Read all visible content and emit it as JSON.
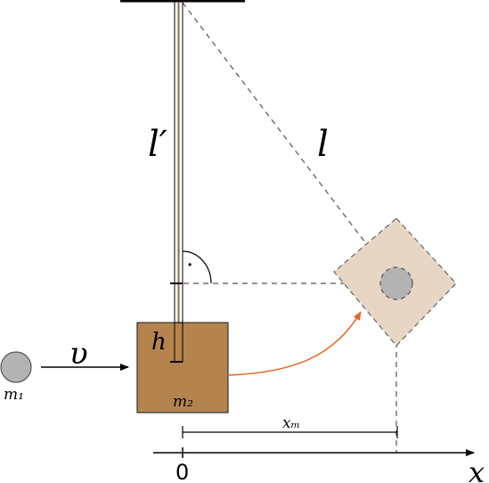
{
  "labels": {
    "string_length_before": "l′",
    "string_length": "l",
    "block_offset": "h",
    "velocity": "υ",
    "mass_projectile": "m₁",
    "mass_block": "m₂",
    "displacement": "xₘ",
    "axis": "x",
    "origin": "0",
    "right_angle_marker": "·"
  },
  "colors": {
    "block_fill": "#b5834d",
    "block_fill_displaced": "#e8d6c4",
    "ball_fill": "#b3b3b3",
    "trajectory": "#e8601c",
    "rod": "#8b6b43",
    "dashed": "#555555"
  }
}
